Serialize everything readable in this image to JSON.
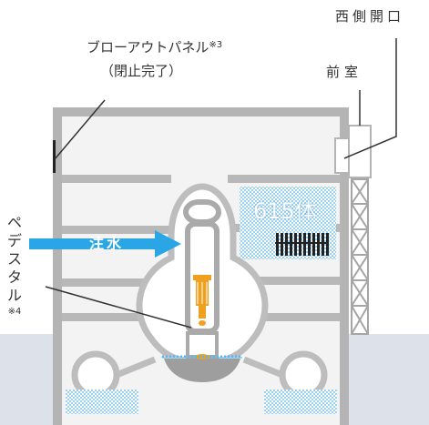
{
  "labels": {
    "west_opening": "西側開口",
    "front_room": "前室",
    "blowout_panel": "ブローアウトパネル",
    "blowout_panel_note": "※3",
    "blowout_status": "（閉止完了）",
    "pedestal_chars": [
      "ペ",
      "デ",
      "ス",
      "タ",
      "ル"
    ],
    "pedestal_note": "※4",
    "water_injection": "注水",
    "fuel_count": "615体"
  },
  "colors": {
    "wall": "#b4b4b4",
    "floor_fill": "#f3f3f3",
    "ground": "#dde1e9",
    "vessel_stroke": "#bdbdbd",
    "injection_arrow": "#2aa6e6",
    "debris": "#f0a020",
    "dotted_water": "#5ab5ea"
  }
}
